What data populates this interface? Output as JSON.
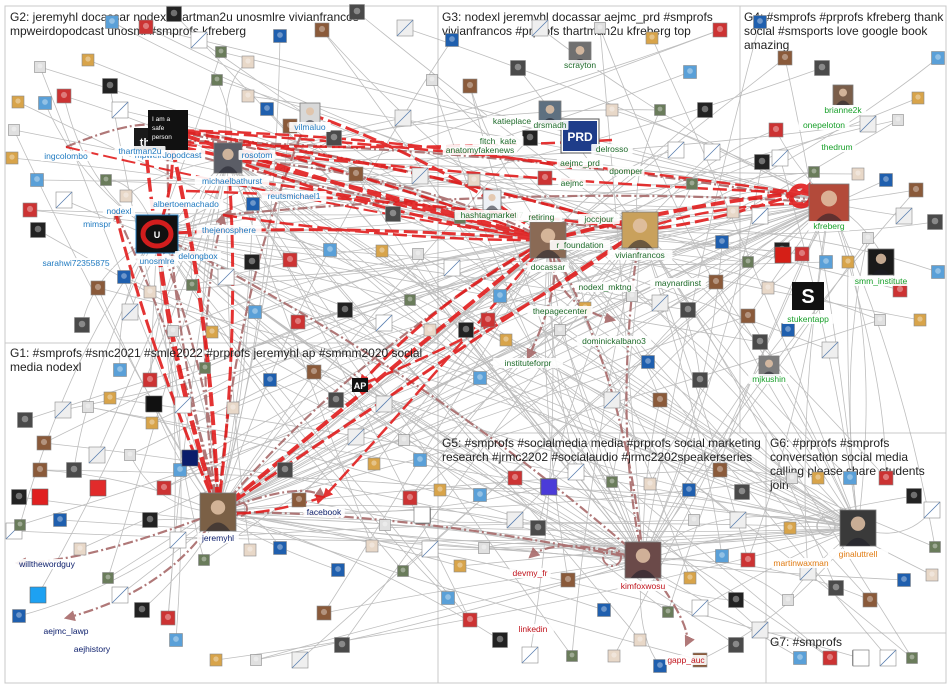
{
  "colors": {
    "g1": "#0b1d6b",
    "g2": "#1f7ac0",
    "g3": "#1e6b2a",
    "g4": "#18a02a",
    "g5": "#c0121b",
    "g6": "#e07b12",
    "g7": "#222222",
    "edge_red": "#e11818",
    "edge_brown": "#a86a6a",
    "edge_gray": "#a8a8a8",
    "box": "#c8c8c8"
  },
  "groups": [
    {
      "id": "g2",
      "title_lines": [
        "G2: jeremyhl docassar nodexl thartman2u unosmlre vivianfrancos",
        "mpweirdopodcast unosml #smprofs kfreberg"
      ]
    },
    {
      "id": "g3",
      "title_lines": [
        "G3: nodexl jeremyhl docassar aejmc_prd #smprofs",
        "vivianfrancos #prprofs thartman2u kfreberg top"
      ]
    },
    {
      "id": "g4",
      "title_lines": [
        "G4: #smprofs #prprofs kfreberg thank",
        "social #smsports love google book",
        "amazing"
      ]
    },
    {
      "id": "g1",
      "title_lines": [
        "G1: #smprofs #smc2021 #smle2022 #prprofs jeremyhl ap #smmm2020 social",
        "media nodexl"
      ]
    },
    {
      "id": "g5",
      "title_lines": [
        "G5: #smprofs #socialmedia media #prprofs social marketing",
        "research #jrmc2202 #socialaudio #jrmc2202speakerseries"
      ]
    },
    {
      "id": "g6",
      "title_lines": [
        "G6: #prprofs #smprofs",
        "conversation social media",
        "calling please share students",
        "join"
      ]
    },
    {
      "id": "g7",
      "title_lines": [
        "G7: #smprofs"
      ]
    }
  ],
  "labels": [
    {
      "id": "ingcolombo",
      "text": "ingcolombo",
      "group": "g2"
    },
    {
      "id": "mpweirdopodcast",
      "text": "mpweirdopodcast",
      "group": "g2"
    },
    {
      "id": "thartman2u",
      "text": "thartman2u",
      "group": "g2"
    },
    {
      "id": "michaelbathurst",
      "text": "michaelbathurst",
      "group": "g2"
    },
    {
      "id": "rosotom",
      "text": "rosotom",
      "group": "g2"
    },
    {
      "id": "vilmaluo",
      "text": "vilmaluo",
      "group": "g2"
    },
    {
      "id": "albertoemachado",
      "text": "albertoemachado",
      "group": "g2"
    },
    {
      "id": "reutsmichael1",
      "text": "reutsmichael1",
      "group": "g2"
    },
    {
      "id": "nodexl",
      "text": "nodexl",
      "group": "g2"
    },
    {
      "id": "mimspr",
      "text": "mimspr",
      "group": "g2"
    },
    {
      "id": "thejenosphere",
      "text": "thejenosphere",
      "group": "g2"
    },
    {
      "id": "delongbox",
      "text": "delongbox",
      "group": "g2"
    },
    {
      "id": "unosmlre",
      "text": "unosmlre",
      "group": "g2"
    },
    {
      "id": "sarahwi",
      "text": "sarahwi72355875",
      "group": "g2"
    },
    {
      "id": "scrayton",
      "text": "scrayton",
      "group": "g3"
    },
    {
      "id": "katieplace",
      "text": "katieplace",
      "group": "g3"
    },
    {
      "id": "drsmadh",
      "text": "drsmadh",
      "group": "g3"
    },
    {
      "id": "fitch_kate",
      "text": "fitch_kate",
      "group": "g3"
    },
    {
      "id": "delrosso",
      "text": "delrosso",
      "group": "g3"
    },
    {
      "id": "aejmc_prd",
      "text": "aejmc_prd",
      "group": "g3"
    },
    {
      "id": "anatomyfakenews",
      "text": "anatomyfakenews",
      "group": "g3"
    },
    {
      "id": "aejmc",
      "text": "aejmc",
      "group": "g3"
    },
    {
      "id": "dpomper",
      "text": "dpomper",
      "group": "g3"
    },
    {
      "id": "hashtagmarketi7",
      "text": "hashtagmarketi7",
      "group": "g3"
    },
    {
      "id": "retiring",
      "text": "_retiring",
      "group": "g3"
    },
    {
      "id": "joccjour",
      "text": "joccjour",
      "group": "g3"
    },
    {
      "id": "foundation",
      "text": "r_foundation",
      "group": "g3"
    },
    {
      "id": "docassar",
      "text": "docassar",
      "group": "g3"
    },
    {
      "id": "vivianfrancos",
      "text": "vivianfrancos",
      "group": "g3"
    },
    {
      "id": "maynardinst",
      "text": "maynardinst",
      "group": "g3"
    },
    {
      "id": "nodexl_mktng",
      "text": "nodexl_mktng",
      "group": "g3"
    },
    {
      "id": "thepagecenter",
      "text": "thepagecenter",
      "group": "g3"
    },
    {
      "id": "dominickalbano3",
      "text": "dominickalbano3",
      "group": "g3"
    },
    {
      "id": "instituteforpr",
      "text": "instituteforpr",
      "group": "g3"
    },
    {
      "id": "brianne2k",
      "text": "brianne2k",
      "group": "g4"
    },
    {
      "id": "onepeloton",
      "text": "onepeloton",
      "group": "g4"
    },
    {
      "id": "thedrum",
      "text": "thedrum",
      "group": "g4"
    },
    {
      "id": "kfreberg",
      "text": "kfreberg",
      "group": "g4"
    },
    {
      "id": "smm_institute",
      "text": "smm_institute",
      "group": "g4"
    },
    {
      "id": "stukentapp",
      "text": "stukentapp",
      "group": "g4"
    },
    {
      "id": "mjkushin",
      "text": "mjkushin",
      "group": "g4"
    },
    {
      "id": "facebook",
      "text": "facebook",
      "group": "g1"
    },
    {
      "id": "jeremyhl",
      "text": "jeremyhl",
      "group": "g1"
    },
    {
      "id": "willthewordguy",
      "text": "willthewordguy",
      "group": "g1"
    },
    {
      "id": "aejmc_lawp",
      "text": "aejmc_lawp",
      "group": "g1"
    },
    {
      "id": "aejhistory",
      "text": "aejhistory",
      "group": "g1"
    },
    {
      "id": "devmy_fr",
      "text": "devmy_fr",
      "group": "g5"
    },
    {
      "id": "kimfoxwosu",
      "text": "kimfoxwosu",
      "group": "g5"
    },
    {
      "id": "linkedin",
      "text": "linkedin",
      "group": "g5"
    },
    {
      "id": "gapp_auc",
      "text": "gapp_auc",
      "group": "g5"
    },
    {
      "id": "martinwaxman",
      "text": "martinwaxman",
      "group": "g6"
    },
    {
      "id": "ginaluttrell",
      "text": "ginaluttrell",
      "group": "g6"
    }
  ],
  "logos": {
    "ap": "AP",
    "prd": "PRD",
    "stukent": "S",
    "unosml": "U",
    "thartman": "th",
    "safe_person": [
      "I am a",
      "safe",
      "person"
    ]
  }
}
